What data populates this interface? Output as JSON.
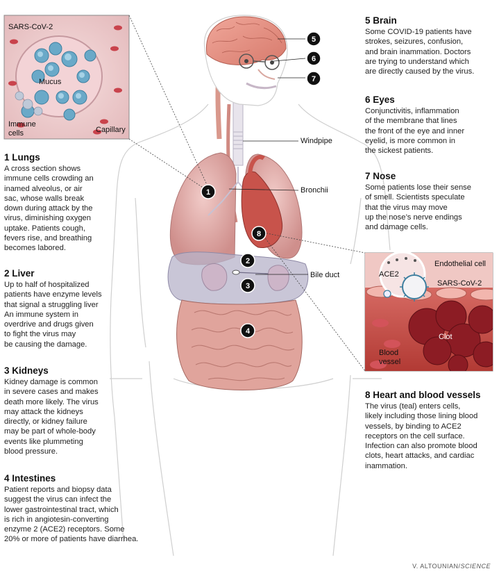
{
  "sections": {
    "lungs": {
      "title": "1 Lungs",
      "body": "A cross section shows\nimmune cells crowding an\ninamed alveolus, or air\nsac, whose walls break\ndown during attack by the\nvirus, diminishing oxygen\nuptake. Patients cough,\nfevers rise, and breathing\nbecomes labored."
    },
    "liver": {
      "title": "2 Liver",
      "body": "Up to half of hospitalized\npatients have enzyme levels\nthat signal a struggling liver\nAn immune system in\noverdrive and drugs given\nto fight the virus may\nbe causing the damage."
    },
    "kidneys": {
      "title": "3 Kidneys",
      "body": "Kidney damage is common\nin severe cases and makes\ndeath more likely. The virus\nmay attack the kidneys\ndirectly, or kidney failure\nmay be part of whole-body\nevents like plummeting\nblood pressure."
    },
    "intestines": {
      "title": "4 Intestines",
      "body": "Patient reports and biopsy data\nsuggest the virus can infect the\nlower gastrointestinal tract, which\nis rich in angiotesin-converting\nenzyme 2 (ACE2) receptors. Some\n20% or more of patients have diarrhea."
    },
    "brain": {
      "title": "5 Brain",
      "body": "Some COVID-19 patients have\nstrokes, seizures, confusion,\nand brain inammation. Doctors\nare trying to understand which\nare directly caused by the virus."
    },
    "eyes": {
      "title": "6 Eyes",
      "body": "Conjunctivitis, inflammation\nof the membrane that lines\nthe front of the eye and inner\neyelid, is more common in\nthe sickest patients."
    },
    "nose": {
      "title": "7 Nose",
      "body": "Some patients lose their sense\nof smell. Scientists speculate\nthat the virus may move\nup the nose’s nerve endings\nand damage cells."
    },
    "heart": {
      "title": "8 Heart and blood vessels",
      "body": "The virus (teal) enters cells,\nlikely including those lining blood\nvessels, by binding to ACE2\nreceptors on the cell surface.\nInfection can also promote blood\nclots, heart attacks, and cardiac\ninammation."
    }
  },
  "lung_inset": {
    "sars": "SARS-CoV-2",
    "mucus": "Mucus",
    "immune1": "Immune",
    "immune2": "cells",
    "capillary": "Capillary"
  },
  "vessel_inset": {
    "endothelial": "Endothelial cell",
    "ace2": "ACE2",
    "sars": "SARS-CoV-2",
    "clot": "Clot",
    "blood1": "Blood",
    "blood2": "vessel"
  },
  "body_labels": {
    "windpipe": "Windpipe",
    "bronchii": "Bronchii",
    "bile_duct": "Bile duct"
  },
  "badges": {
    "n1": "1",
    "n2": "2",
    "n3": "3",
    "n4": "4",
    "n5": "5",
    "n6": "6",
    "n7": "7",
    "n8": "8"
  },
  "credit": {
    "author": "V. ALTOUNIAN/",
    "outlet": "SCIENCE"
  },
  "colors": {
    "organ_pink": "#e8a6a0",
    "lung_pink": "#e9b7b4",
    "heart_red": "#c8534b",
    "virus_teal": "#4f9fc0",
    "badge": "#111111"
  }
}
